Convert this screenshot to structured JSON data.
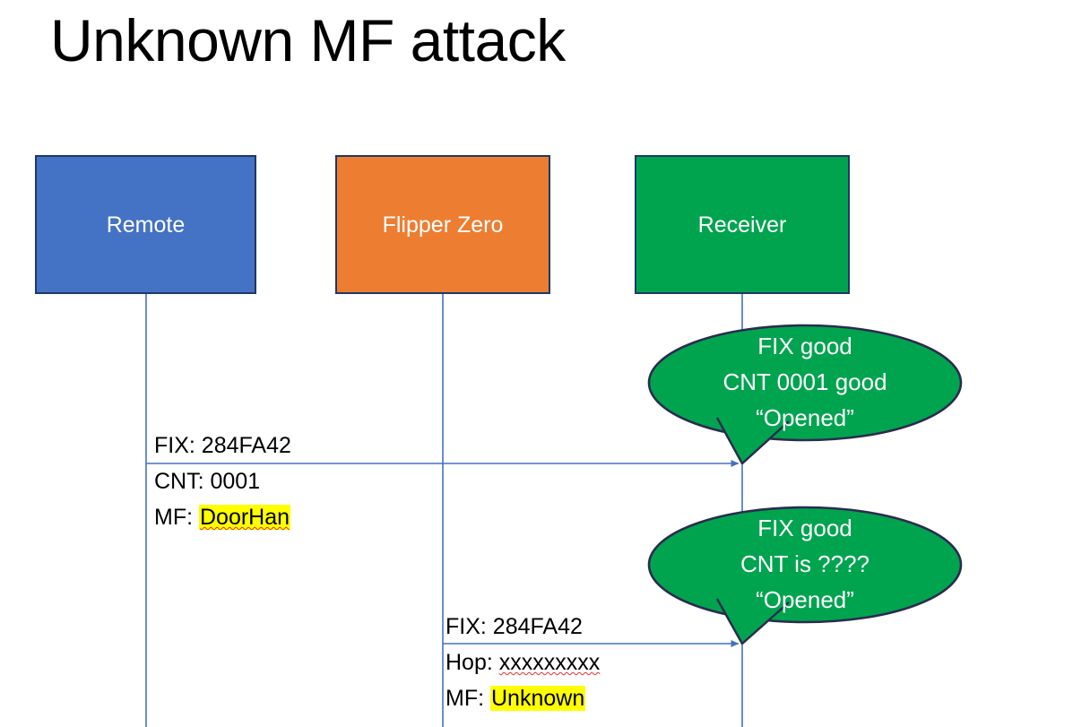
{
  "slide": {
    "title": "Unknown MF attack",
    "background": "#FFFFFF"
  },
  "colors": {
    "remote_fill": "#4472C4",
    "flipper_fill": "#ED7D31",
    "receiver_fill": "#00A44F",
    "box_border": "#1F3864",
    "lifeline": "#4472C4",
    "arrow": "#4472C4",
    "bubble_fill": "#00A44F",
    "bubble_border": "#1F3864",
    "highlight": "#FFFF00",
    "spellcheck_underline": "#E03030",
    "text_dark": "#000000",
    "text_light": "#FFFFFF"
  },
  "actors": [
    {
      "id": "remote",
      "label": "Remote"
    },
    {
      "id": "flipper",
      "label": "Flipper Zero"
    },
    {
      "id": "receiver",
      "label": "Receiver"
    }
  ],
  "messages": [
    {
      "id": "msg-1",
      "from": "remote",
      "to": "receiver",
      "lines": [
        {
          "label": "FIX: ",
          "value": "284FA42",
          "highlight": false,
          "spellcheck": false
        },
        {
          "label": "CNT: ",
          "value": "0001",
          "highlight": false,
          "spellcheck": false
        },
        {
          "label": "MF: ",
          "value": "DoorHan",
          "highlight": true,
          "spellcheck": true
        }
      ]
    },
    {
      "id": "msg-2",
      "from": "flipper",
      "to": "receiver",
      "lines": [
        {
          "label": "FIX: ",
          "value": "284FA42",
          "highlight": false,
          "spellcheck": false
        },
        {
          "label": "Hop: ",
          "value": "xxxxxxxxx",
          "highlight": false,
          "spellcheck": true
        },
        {
          "label": "MF: ",
          "value": "Unknown",
          "highlight": true,
          "spellcheck": false
        }
      ]
    }
  ],
  "callouts": [
    {
      "id": "callout-1",
      "lines": [
        "FIX good",
        "CNT 0001 good",
        "“Opened”"
      ]
    },
    {
      "id": "callout-2",
      "lines": [
        "FIX good",
        "CNT is ????",
        "“Opened”"
      ]
    }
  ]
}
